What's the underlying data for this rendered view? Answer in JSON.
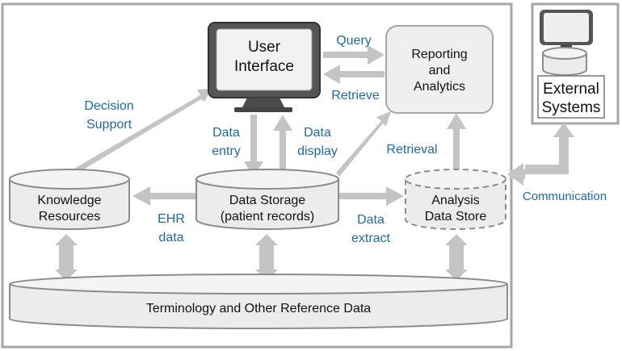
{
  "components": {
    "user_interface": [
      "User",
      "Interface"
    ],
    "reporting": [
      "Reporting",
      "and",
      "Analytics"
    ],
    "external": [
      "External",
      "Systems"
    ],
    "knowledge": [
      "Knowledge",
      "Resources"
    ],
    "data_storage": [
      "Data Storage",
      "(patient records)"
    ],
    "analysis_store": [
      "Analysis",
      "Data Store"
    ],
    "terminology": "Terminology and Other Reference Data"
  },
  "flows": {
    "query": "Query",
    "retrieve": "Retrieve",
    "decision_support": [
      "Decision",
      "Support"
    ],
    "data_entry": [
      "Data",
      "entry"
    ],
    "data_display": [
      "Data",
      "display"
    ],
    "retrieval": "Retrieval",
    "ehr_data": [
      "EHR",
      "data"
    ],
    "data_extract": [
      "Data",
      "extract"
    ],
    "communication": "Communication"
  },
  "colors": {
    "flow_label": "#1f6aa5",
    "arrow": "#c4c4c4",
    "component_fill": "#ececec",
    "frame": "#a6a6a6"
  }
}
